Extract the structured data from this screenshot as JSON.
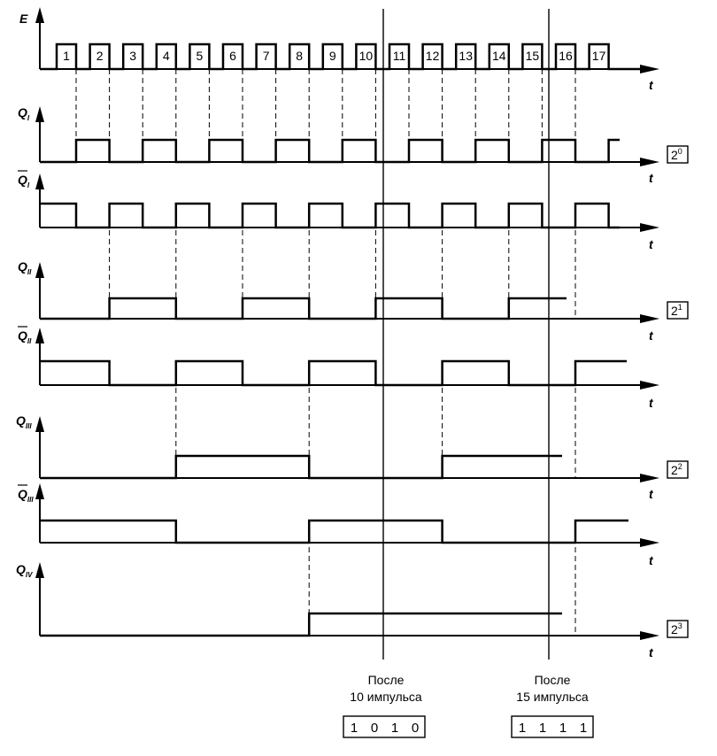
{
  "signals": [
    {
      "id": "E",
      "label": "E",
      "sub": "",
      "bar": false
    },
    {
      "id": "QI",
      "label": "Q",
      "sub": "I",
      "bar": false
    },
    {
      "id": "nQI",
      "label": "Q",
      "sub": "I",
      "bar": true
    },
    {
      "id": "QII",
      "label": "Q",
      "sub": "II",
      "bar": false
    },
    {
      "id": "nQII",
      "label": "Q",
      "sub": "II",
      "bar": true
    },
    {
      "id": "QIII",
      "label": "Q",
      "sub": "III",
      "bar": false
    },
    {
      "id": "nQIII",
      "label": "Q",
      "sub": "III",
      "bar": true
    },
    {
      "id": "QIV",
      "label": "Q",
      "sub": "IV",
      "bar": false
    }
  ],
  "axis_label": "t",
  "pulse_numbers": [
    "1",
    "2",
    "3",
    "4",
    "5",
    "6",
    "7",
    "8",
    "9",
    "10",
    "11",
    "12",
    "13",
    "14",
    "15",
    "16",
    "17"
  ],
  "weights": [
    {
      "base": "2",
      "exp": "0"
    },
    {
      "base": "2",
      "exp": "1"
    },
    {
      "base": "2",
      "exp": "2"
    },
    {
      "base": "2",
      "exp": "3"
    }
  ],
  "markers": [
    {
      "after_pulse": 10,
      "caption_line1": "После",
      "caption_line2": "10 импульса",
      "result": [
        "1",
        "0",
        "1",
        "0"
      ]
    },
    {
      "after_pulse": 15,
      "caption_line1": "После",
      "caption_line2": "15 импульса",
      "result": [
        "1",
        "1",
        "1",
        "1"
      ]
    }
  ]
}
